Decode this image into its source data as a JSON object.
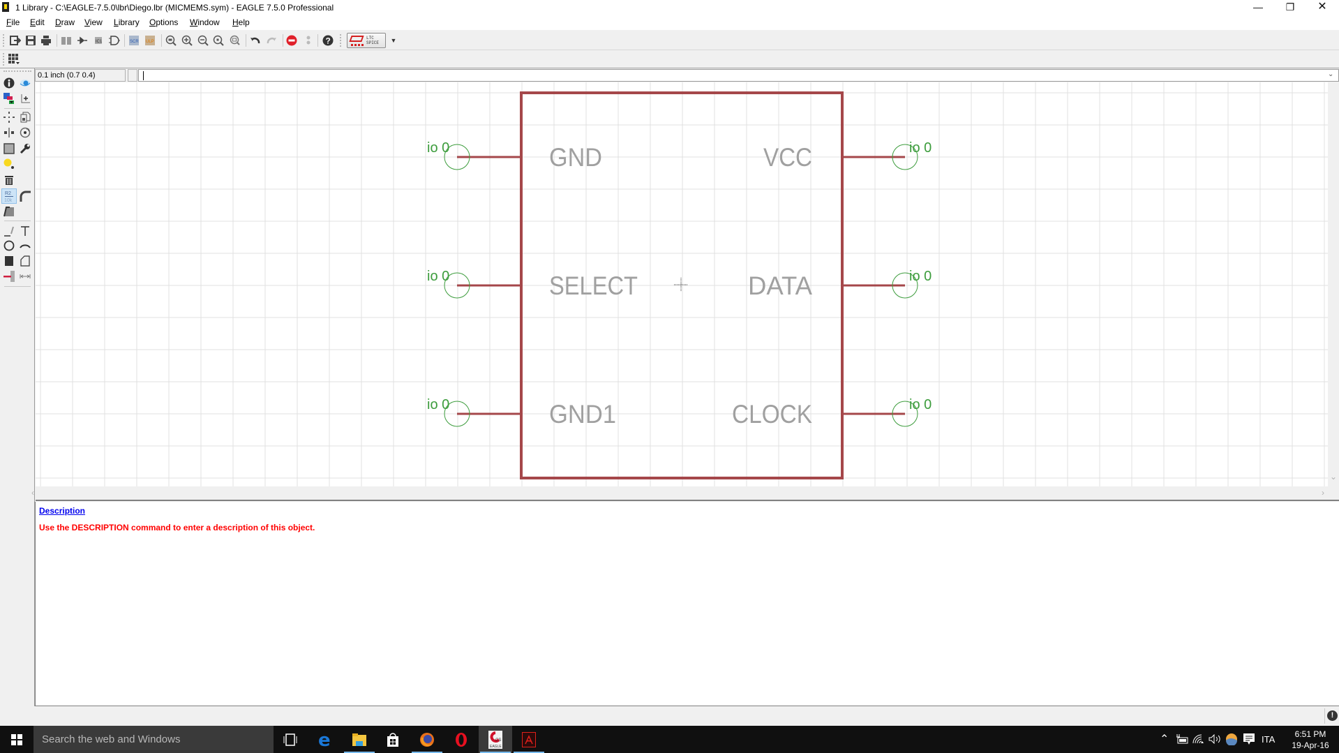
{
  "window": {
    "title": "1 Library - C:\\EAGLE-7.5.0\\lbr\\Diego.lbr (MICMEMS.sym) - EAGLE 7.5.0 Professional",
    "controls": [
      "minimize",
      "restore",
      "close"
    ]
  },
  "menu": [
    "File",
    "Edit",
    "Draw",
    "View",
    "Library",
    "Options",
    "Window",
    "Help"
  ],
  "toolbar": {
    "items": [
      {
        "name": "open-icon",
        "glyph": "⇨"
      },
      {
        "name": "save-icon",
        "glyph": "▣"
      },
      {
        "name": "print-icon",
        "glyph": "⎙"
      },
      {
        "name": "library-book-icon",
        "glyph": "📖"
      },
      {
        "name": "package-icon",
        "glyph": "⇉"
      },
      {
        "name": "device-icon",
        "glyph": "▦"
      },
      {
        "name": "symbol-icon",
        "glyph": "⊃"
      },
      {
        "name": "script-icon",
        "glyph": "SCR"
      },
      {
        "name": "ulp-icon",
        "glyph": "ULP"
      },
      {
        "name": "zoom-fit-icon",
        "glyph": "⊖"
      },
      {
        "name": "zoom-in-icon",
        "glyph": "⊕"
      },
      {
        "name": "zoom-out-icon",
        "glyph": "⊖"
      },
      {
        "name": "zoom-select-icon",
        "glyph": "⊙"
      },
      {
        "name": "zoom-last-icon",
        "glyph": "⊜"
      },
      {
        "name": "undo-icon",
        "glyph": "↶"
      },
      {
        "name": "redo-icon",
        "glyph": "↷"
      },
      {
        "name": "stop-icon",
        "glyph": "⛔"
      },
      {
        "name": "go-icon",
        "glyph": "⁞"
      },
      {
        "name": "help-icon",
        "glyph": "?"
      }
    ],
    "ltspice": {
      "line1": "LTC",
      "line2": "SPICE"
    },
    "grid_button": "grid-icon"
  },
  "command": {
    "coordinates": "0.1 inch (0.7 0.4)",
    "value": ""
  },
  "left_toolbar": [
    {
      "name": "info-icon",
      "glyph": "i"
    },
    {
      "name": "show-icon",
      "glyph": "◉"
    },
    {
      "name": "layers-icon",
      "glyph": "■"
    },
    {
      "name": "mark-icon",
      "glyph": "+"
    },
    {
      "name": "move-icon",
      "glyph": "✥"
    },
    {
      "name": "copy-icon",
      "glyph": "⧉"
    },
    {
      "name": "mirror-icon",
      "glyph": "⇹"
    },
    {
      "name": "rotate-icon",
      "glyph": "↻"
    },
    {
      "name": "group-icon",
      "glyph": "□"
    },
    {
      "name": "change-icon",
      "glyph": "🔧"
    },
    {
      "name": "paste-icon",
      "glyph": "●"
    },
    {
      "name": "delete-icon",
      "glyph": "🗑"
    },
    {
      "name": "name-icon",
      "glyph": "R2"
    },
    {
      "name": "miter-icon",
      "glyph": "◜"
    },
    {
      "name": "split-icon",
      "glyph": "◢"
    },
    {
      "name": "wire-icon",
      "glyph": "/"
    },
    {
      "name": "text-icon",
      "glyph": "T"
    },
    {
      "name": "circle-icon",
      "glyph": "○"
    },
    {
      "name": "arc-icon",
      "glyph": "⌒"
    },
    {
      "name": "rect-icon",
      "glyph": "■"
    },
    {
      "name": "polygon-icon",
      "glyph": "⏢"
    },
    {
      "name": "pin-icon",
      "glyph": "━"
    },
    {
      "name": "dimension-icon",
      "glyph": "↔"
    }
  ],
  "symbol": {
    "name": "MICMEMS",
    "colors": {
      "outline": "#a5474a",
      "pin_label": "#a0a0a0",
      "pin_circle": "#3c9c3c",
      "grid": "#e0e0e0"
    },
    "pins_left": [
      {
        "name": "GND",
        "attr": "io 0"
      },
      {
        "name": "SELECT",
        "attr": "io 0"
      },
      {
        "name": "GND1",
        "attr": "io 0"
      }
    ],
    "pins_right": [
      {
        "name": "VCC",
        "attr": "io 0"
      },
      {
        "name": "DATA",
        "attr": "io 0"
      },
      {
        "name": "CLOCK",
        "attr": "io 0"
      }
    ]
  },
  "description": {
    "heading": "Description",
    "text": "Use the DESCRIPTION command to enter a description of this object."
  },
  "taskbar": {
    "search_placeholder": "Search the web and Windows",
    "apps": [
      "task-view",
      "edge",
      "file-explorer",
      "store",
      "firefox",
      "opera",
      "eagle",
      "acrobat"
    ],
    "language": "ITA",
    "time": "6:51 PM",
    "date": "19-Apr-16"
  }
}
